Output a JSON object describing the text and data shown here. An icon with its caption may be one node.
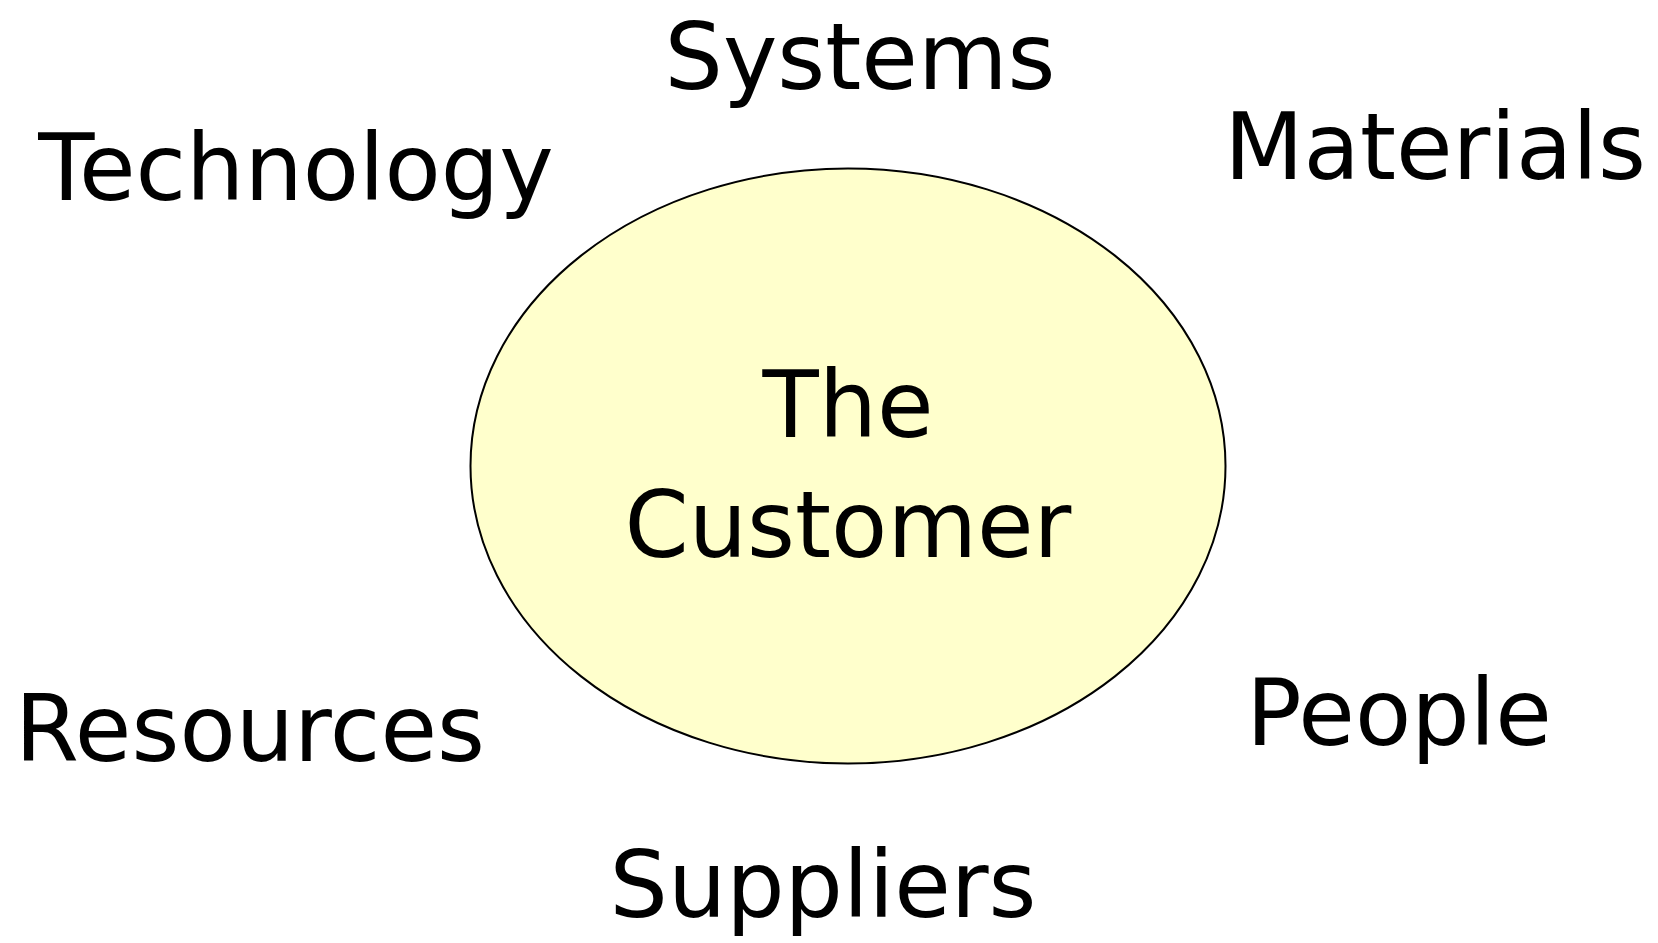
{
  "diagram": {
    "nodes": [
      {
        "text": [
          "The Customer"
        ]
      }
    ],
    "labels": [
      "Systems",
      "Technology",
      "Materials",
      "Resources",
      "People",
      "Suppliers"
    ]
  }
}
